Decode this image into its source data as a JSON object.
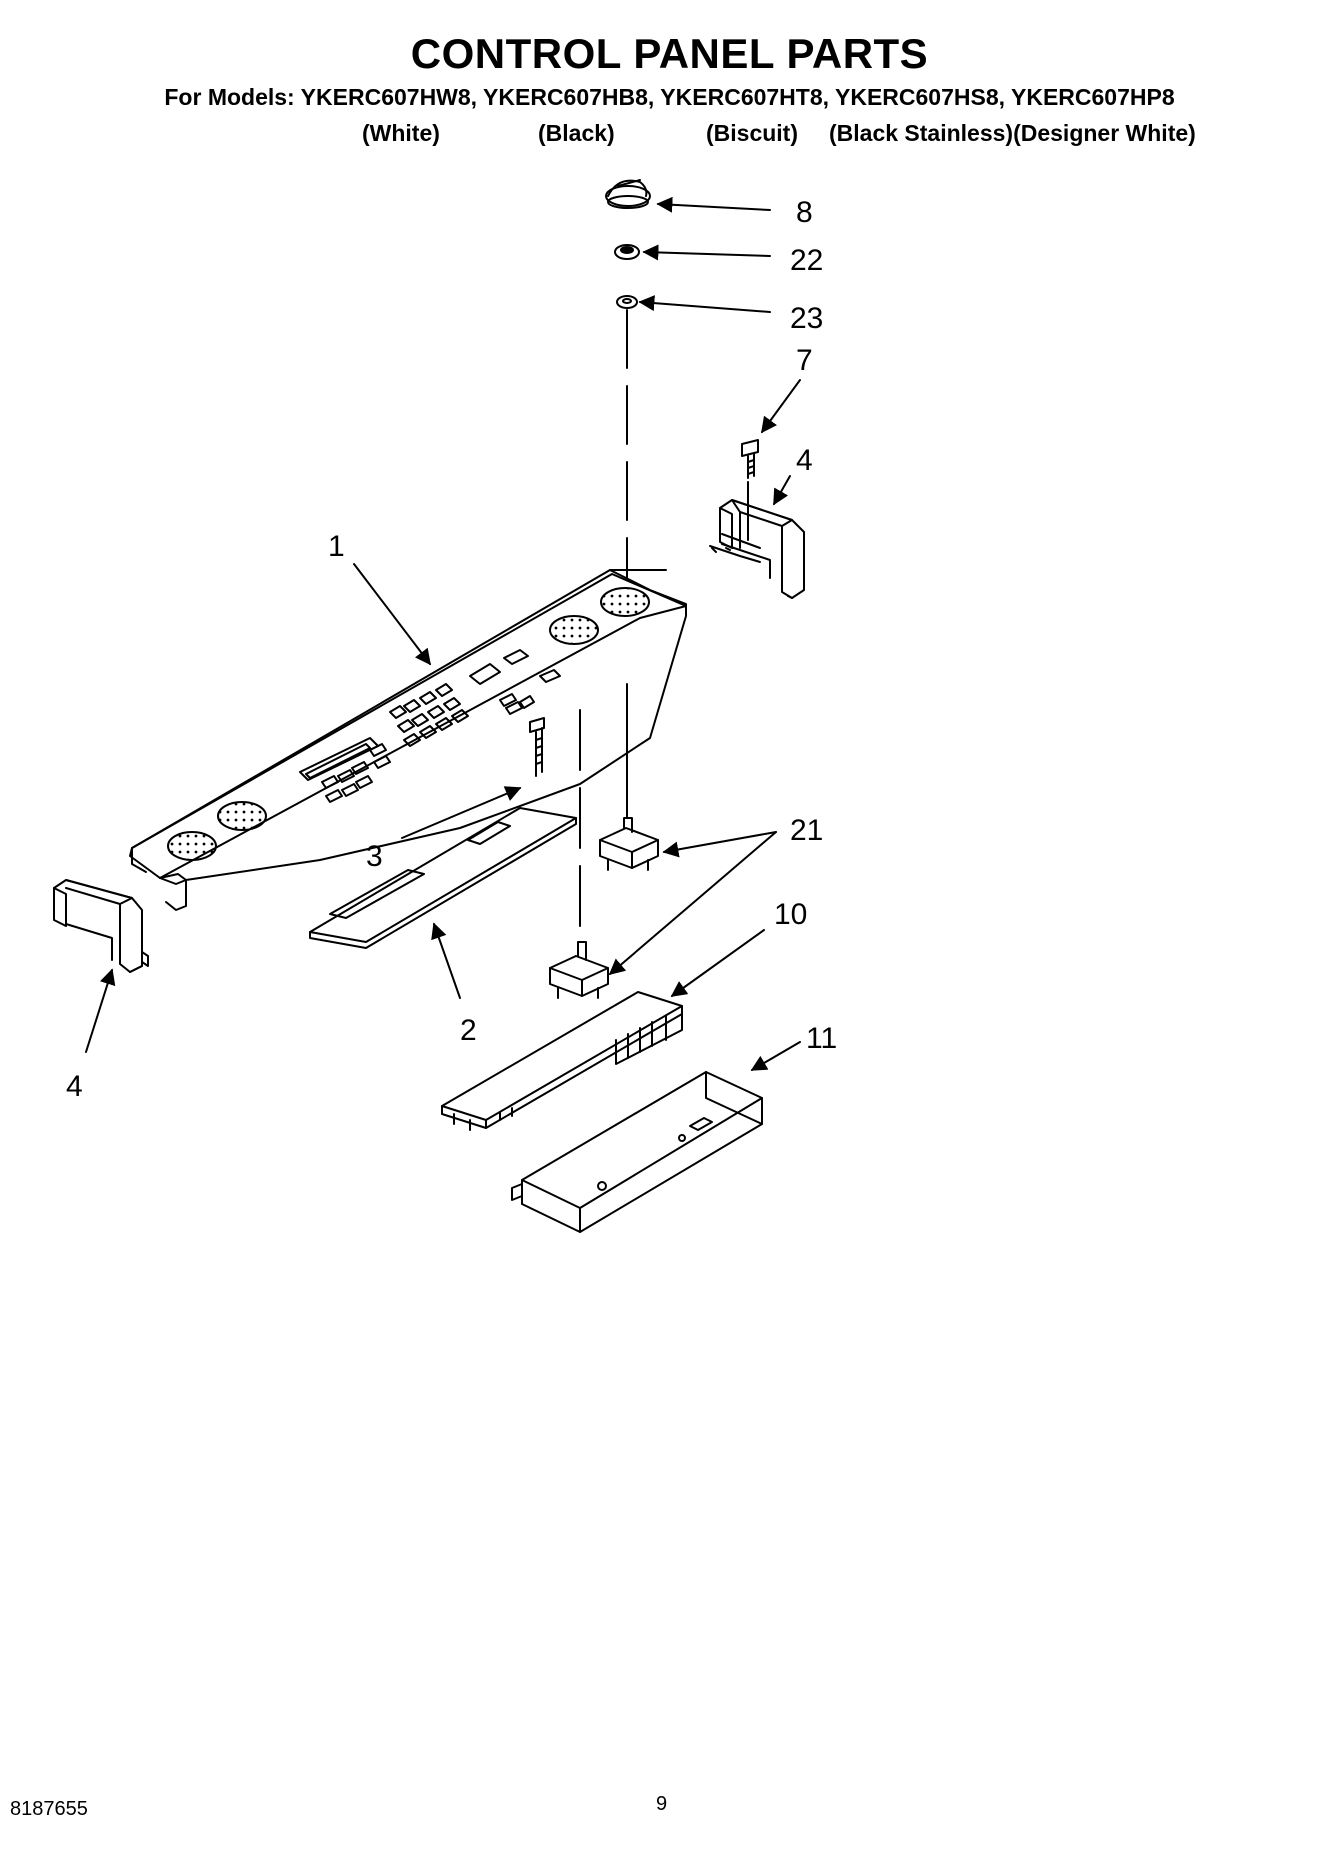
{
  "header": {
    "title": "CONTROL PANEL PARTS",
    "models": "For Models: YKERC607HW8, YKERC607HB8, YKERC607HT8, YKERC607HS8, YKERC607HP8",
    "colors": [
      "(White)",
      "(Black)",
      "(Biscuit)",
      "(Black Stainless)(Designer White)"
    ]
  },
  "callouts": {
    "c8": "8",
    "c22": "22",
    "c23": "23",
    "c7": "7",
    "c4_right": "4",
    "c1": "1",
    "c3": "3",
    "c21": "21",
    "c10": "10",
    "c2": "2",
    "c11": "11",
    "c4_left": "4"
  },
  "footer": {
    "doc_number": "8187655",
    "page_number": "9"
  }
}
